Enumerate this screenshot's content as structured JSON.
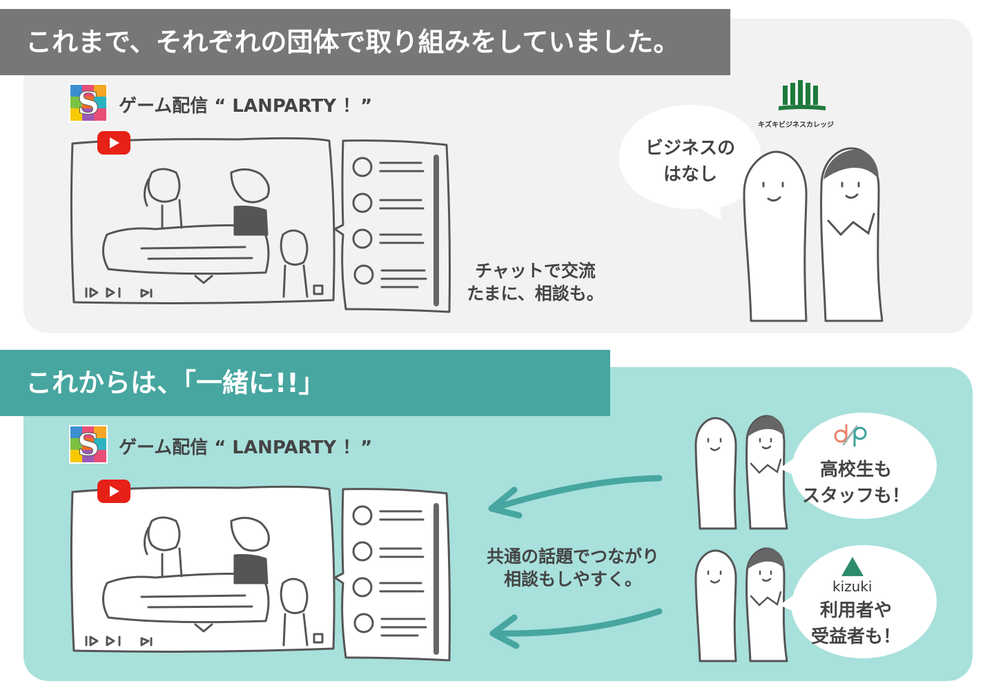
{
  "top_section": {
    "banner": "これまで、それぞれの団体で取り組みをしていました。",
    "stream_title": "ゲーム配信 “ LANPARTY ！”",
    "caption_lines": [
      "チャットで交流",
      "たまに、相談も。"
    ],
    "bubble_lines": [
      "ビジネスの",
      "はなし"
    ],
    "org_logo_text": "キズキビジネスカレッジ"
  },
  "bottom_section": {
    "banner": "これからは、「一緒に!!」",
    "stream_title": "ゲーム配信 “ LANPARTY ！”",
    "caption_lines": [
      "共通の話題でつながり",
      "相談もしやすく。"
    ],
    "bubble1_lines": [
      "高校生も",
      "スタッフも！"
    ],
    "bubble2_lines": [
      "利用者や",
      "受益者も！"
    ],
    "kizuki_logo_text": "kizuki"
  },
  "icons": {
    "youtube": "youtube-play-icon",
    "s_logo": "s-tile-logo-icon",
    "dp_logo": "dp-logo-icon",
    "kizuki_logo": "kizuki-triangle-logo-icon"
  },
  "colors": {
    "top_banner": "#777777",
    "bottom_banner": "#47a6a0",
    "top_panel": "#f2f2f2",
    "bottom_panel": "#a8e0dc",
    "arrow": "#47a6a0",
    "youtube_red": "#e62117",
    "business_green": "#1e7a3c"
  }
}
